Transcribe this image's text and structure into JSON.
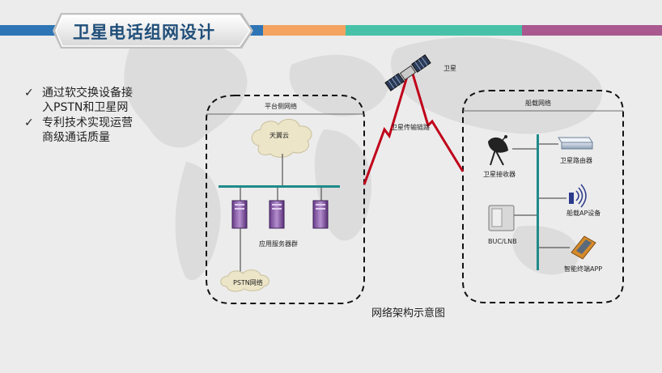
{
  "slide": {
    "title": "卫星电话组网设计",
    "bullets": [
      "通过软交换设备接入PSTN和卫星网",
      "专利技术实现运营商级通话质量"
    ],
    "bullet_lines": [
      [
        "通过软交换设备接",
        "入PSTN和卫星网"
      ],
      [
        "专利技术实现运营",
        "商级通话质量"
      ]
    ],
    "band_colors": [
      "#2e75b6",
      "#f4a460",
      "#47c2a8",
      "#a9598f"
    ]
  },
  "diagram": {
    "satellite_label": "卫星",
    "link_label": "卫星传输链路",
    "platform": {
      "title": "平台侧网络",
      "cloud_label": "天翼云",
      "server_label": "应用服务器群",
      "pstn_label": "PSTN网络"
    },
    "ship": {
      "title": "船载网络",
      "dish_label": "卫星接收器",
      "buc_label": "BUC/LNB",
      "router_label": "卫星路由器",
      "ap_label": "船载AP设备",
      "phone_label": "智能终端APP"
    },
    "caption": "网络架构示意图"
  }
}
